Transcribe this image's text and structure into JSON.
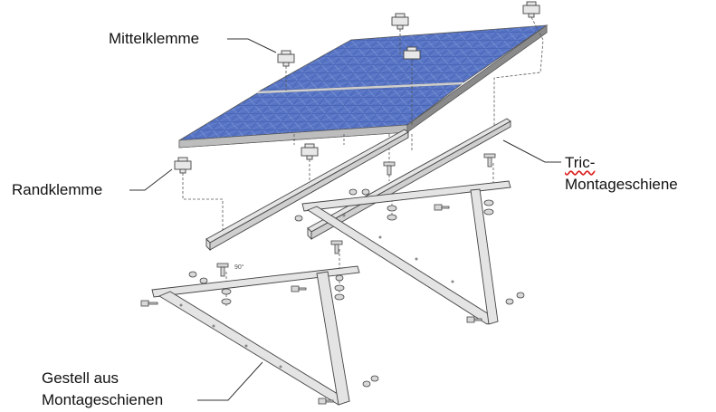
{
  "labels": {
    "mittelklemme": "Mittelklemme",
    "randklemme": "Randklemme",
    "tric_line1": "Tric-",
    "tric_line2": "Montageschiene",
    "gestell_line1": "Gestell aus",
    "gestell_line2": "Montageschienen",
    "angle": "90°"
  },
  "colors": {
    "panel_cell": "#4a66b8",
    "panel_cell_dark": "#2f4a99",
    "panel_frame": "#c9c9c9",
    "metal": "#e4e4e4",
    "outline": "#444444",
    "leader": "#333333"
  }
}
